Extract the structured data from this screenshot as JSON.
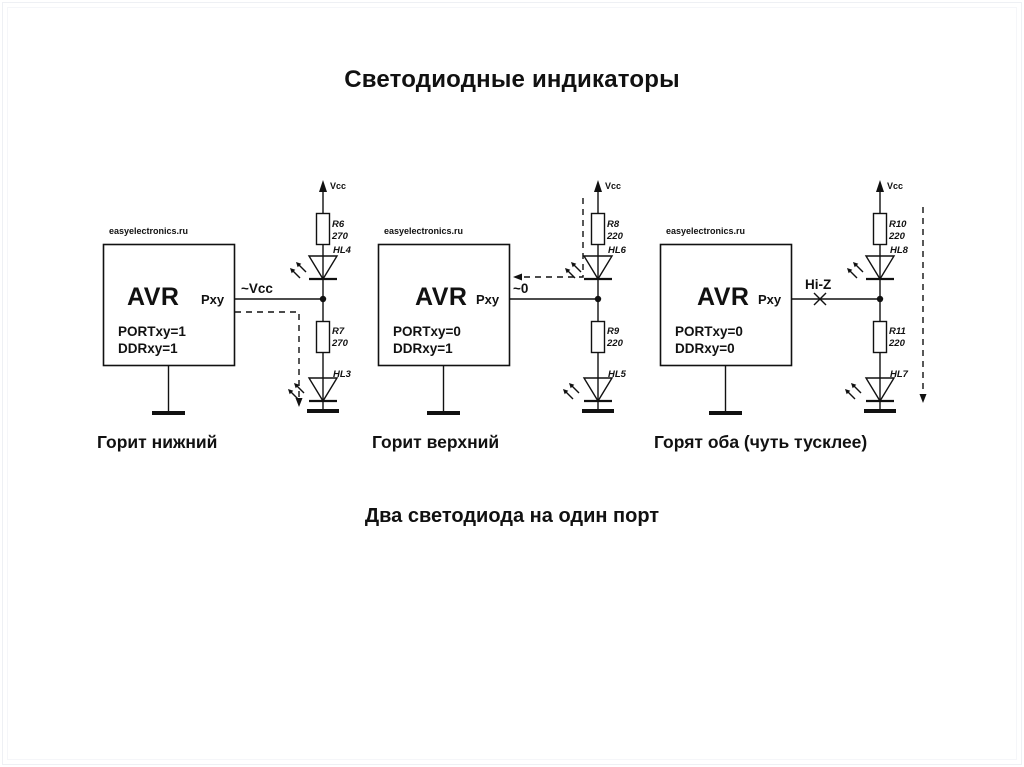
{
  "slide": {
    "title": "Светодиодные индикаторы",
    "subtitle": "Два светодиода на один порт"
  },
  "circuits": [
    {
      "brand": "easyelectronics.ru",
      "chip": "AVR",
      "pin": "Pxy",
      "port": "PORTxy=1",
      "ddr": "DDRxy=1",
      "vcc": "Vcc",
      "wire": "~Vcc",
      "r_top_name": "R6",
      "r_top_value": "270",
      "led_top": "HL4",
      "r_bot_name": "R7",
      "r_bot_value": "270",
      "led_bot": "HL3",
      "caption": "Горит нижний"
    },
    {
      "brand": "easyelectronics.ru",
      "chip": "AVR",
      "pin": "Pxy",
      "port": "PORTxy=0",
      "ddr": "DDRxy=1",
      "vcc": "Vcc",
      "wire": "~0",
      "r_top_name": "R8",
      "r_top_value": "220",
      "led_top": "HL6",
      "r_bot_name": "R9",
      "r_bot_value": "220",
      "led_bot": "HL5",
      "caption": "Горит верхний"
    },
    {
      "brand": "easyelectronics.ru",
      "chip": "AVR",
      "pin": "Pxy",
      "port": "PORTxy=0",
      "ddr": "DDRxy=0",
      "vcc": "Vcc",
      "wire": "Hi-Z",
      "r_top_name": "R10",
      "r_top_value": "220",
      "led_top": "HL8",
      "r_bot_name": "R11",
      "r_bot_value": "220",
      "led_bot": "HL7",
      "caption": "Горят оба (чуть тусклее)"
    }
  ]
}
